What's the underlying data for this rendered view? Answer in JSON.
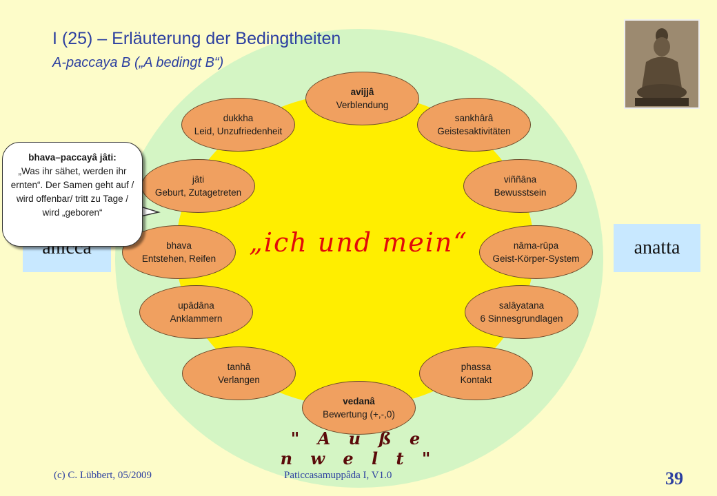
{
  "title": "I (25) – Erläuterung der Bedingtheiten",
  "subtitle": "A-paccaya B („A bedingt B“)",
  "center_text": "„ich und mein“",
  "outer_text": "\" A u ß e n w e l t \"",
  "side_left": "anicca",
  "side_right": "anatta",
  "callout": {
    "title": "bhava–paccayâ jâti:",
    "text": "„Was ihr sähet, werden ihr ernten“. Der Samen geht auf / wird offenbar/ tritt zu Tage / wird „geboren“"
  },
  "nodes": [
    {
      "name": "avijjâ",
      "desc": "Verblendung"
    },
    {
      "name": "sankhârâ",
      "desc": "Geistesaktivitäten"
    },
    {
      "name": "viññâna",
      "desc": "Bewusstsein"
    },
    {
      "name": "nâma-rûpa",
      "desc": "Geist-Körper-System"
    },
    {
      "name": "salâyatana",
      "desc": "6 Sinnesgrundlagen"
    },
    {
      "name": "phassa",
      "desc": "Kontakt"
    },
    {
      "name": "vedanâ",
      "desc": "Bewertung (+,-,0)"
    },
    {
      "name": "tanhâ",
      "desc": "Verlangen"
    },
    {
      "name": "upâdâna",
      "desc": "Anklammern"
    },
    {
      "name": "bhava",
      "desc": "Entstehen, Reifen"
    },
    {
      "name": "jâti",
      "desc": "Geburt, Zutagetreten"
    },
    {
      "name": "dukkha",
      "desc": "Leid, Unzufriedenheit"
    }
  ],
  "footer": {
    "left": "(c) C. Lübbert, 05/2009",
    "middle": "Paticcasamuppâda I,  V1.0",
    "page": "39"
  }
}
